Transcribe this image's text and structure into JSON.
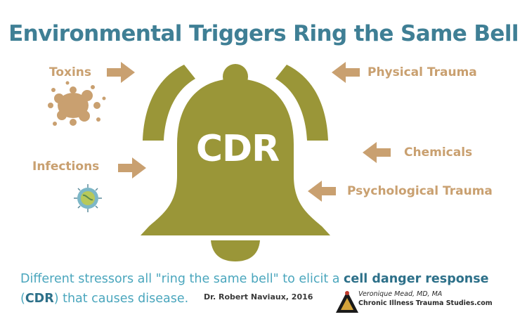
{
  "title": "Environmental Triggers Ring the Same Bell",
  "bell_label": "CDR",
  "triggers": {
    "toxins": "Toxins",
    "infections": "Infections",
    "physical_trauma": "Physical Trauma",
    "chemicals": "Chemicals",
    "psychological_trauma": "Psychological Trauma"
  },
  "caption": {
    "part1": "Different stressors all \"ring the same bell\" to elicit a ",
    "bold1": "cell danger response",
    "part2": " (",
    "bold2": "CDR",
    "part3": ") that causes disease."
  },
  "attribution": "Dr. Robert Naviaux, 2016",
  "credit": {
    "name": "Veronique Mead, MD, MA",
    "site": "Chronic Illness Trauma Studies.com"
  },
  "colors": {
    "bell": "#9a9638",
    "title": "#3f7f95",
    "trigger": "#c9a070",
    "arrow": "#c9a070",
    "caption": "#4aa6bd"
  },
  "icons": {
    "toxin": "splat-icon",
    "infection": "virus-icon",
    "arrow": "arrow-icon",
    "logo": "triangle-logo-icon"
  }
}
